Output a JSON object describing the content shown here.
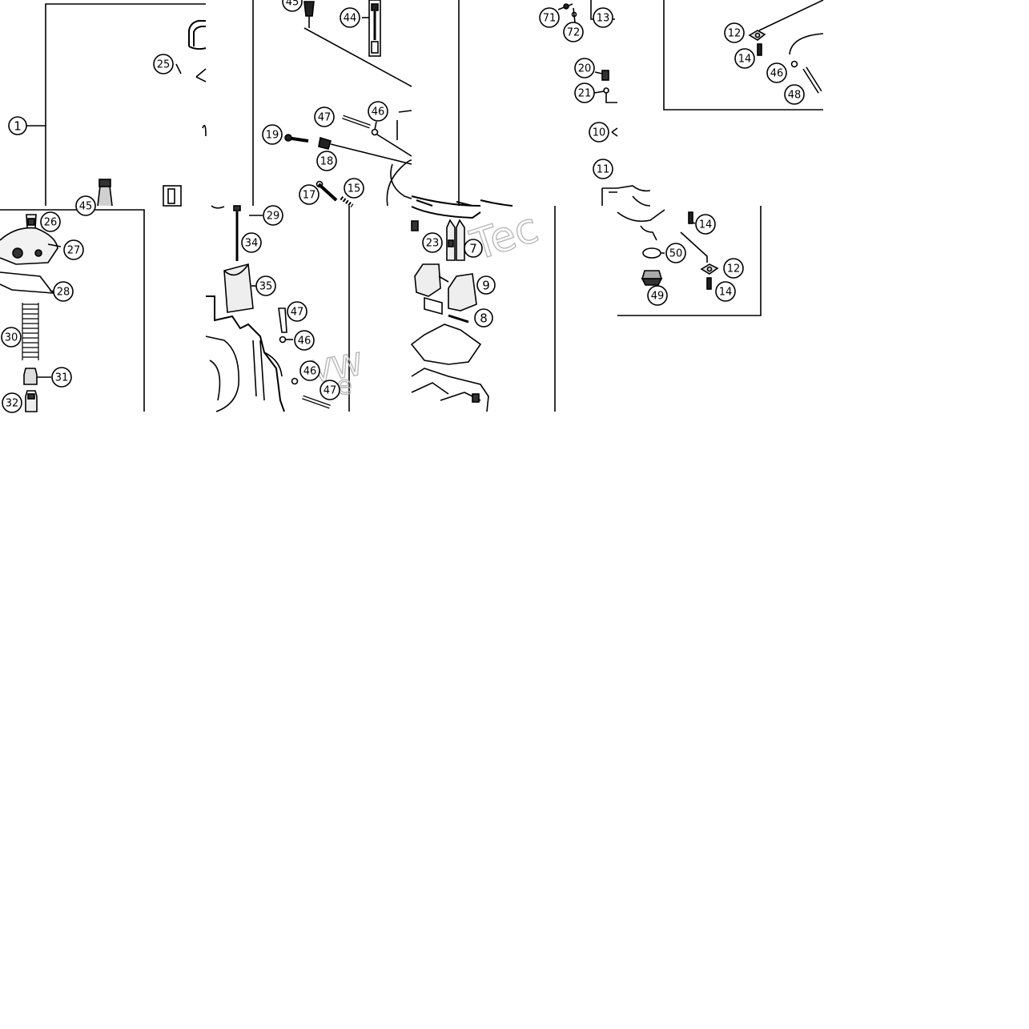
{
  "watermark_text": "Tec",
  "watermark_text_2": "VW",
  "watermark_text_3": "e",
  "labels": {
    "p1": "1",
    "p25": "25",
    "p45a": "45",
    "p45b": "45",
    "p44": "44",
    "p47a": "47",
    "p46a": "46",
    "p19": "19",
    "p18": "18",
    "p17": "17",
    "p15": "15",
    "p71": "71",
    "p72": "72",
    "p13": "13",
    "p20": "20",
    "p21": "21",
    "p10": "10",
    "p11": "11",
    "p12a": "12",
    "p14a": "14",
    "p46b": "46",
    "p48": "48",
    "p26": "26",
    "p27": "27",
    "p28": "28",
    "p30": "30",
    "p31": "31",
    "p32": "32",
    "p29": "29",
    "p34": "34",
    "p35": "35",
    "p47b": "47",
    "p46c": "46",
    "p46d": "46",
    "p47c": "47",
    "p23": "23",
    "p7": "7",
    "p9": "9",
    "p8": "8",
    "p14b": "14",
    "p50": "50",
    "p12b": "12",
    "p14c": "14",
    "p49": "49"
  }
}
